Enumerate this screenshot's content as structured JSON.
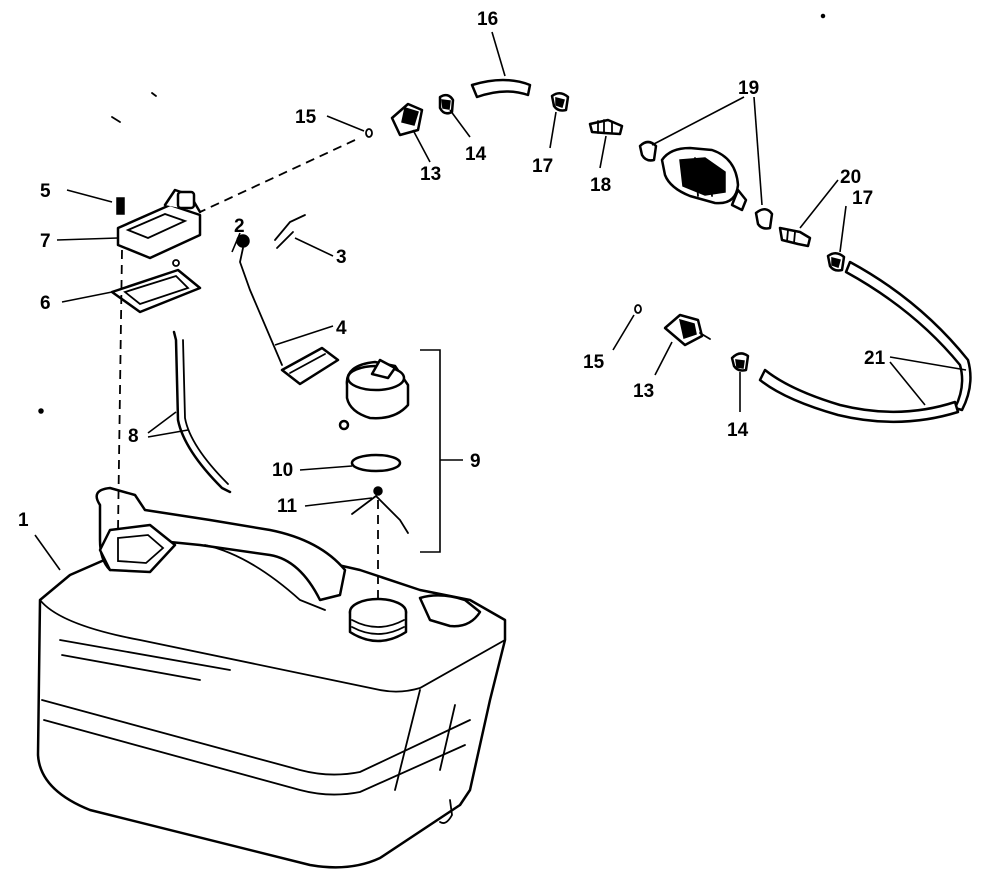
{
  "callouts": [
    {
      "id": "c1",
      "label": "1"
    },
    {
      "id": "c2",
      "label": "2"
    },
    {
      "id": "c3",
      "label": "3"
    },
    {
      "id": "c4",
      "label": "4"
    },
    {
      "id": "c5",
      "label": "5"
    },
    {
      "id": "c6",
      "label": "6"
    },
    {
      "id": "c7",
      "label": "7"
    },
    {
      "id": "c8",
      "label": "8"
    },
    {
      "id": "c9",
      "label": "9"
    },
    {
      "id": "c10",
      "label": "10"
    },
    {
      "id": "c11",
      "label": "11"
    },
    {
      "id": "c13a",
      "label": "13"
    },
    {
      "id": "c13b",
      "label": "13"
    },
    {
      "id": "c14a",
      "label": "14"
    },
    {
      "id": "c14b",
      "label": "14"
    },
    {
      "id": "c15a",
      "label": "15"
    },
    {
      "id": "c15b",
      "label": "15"
    },
    {
      "id": "c16",
      "label": "16"
    },
    {
      "id": "c17a",
      "label": "17"
    },
    {
      "id": "c17b",
      "label": "17"
    },
    {
      "id": "c18",
      "label": "18"
    },
    {
      "id": "c19",
      "label": "19"
    },
    {
      "id": "c20",
      "label": "20"
    },
    {
      "id": "c21",
      "label": "21"
    }
  ]
}
